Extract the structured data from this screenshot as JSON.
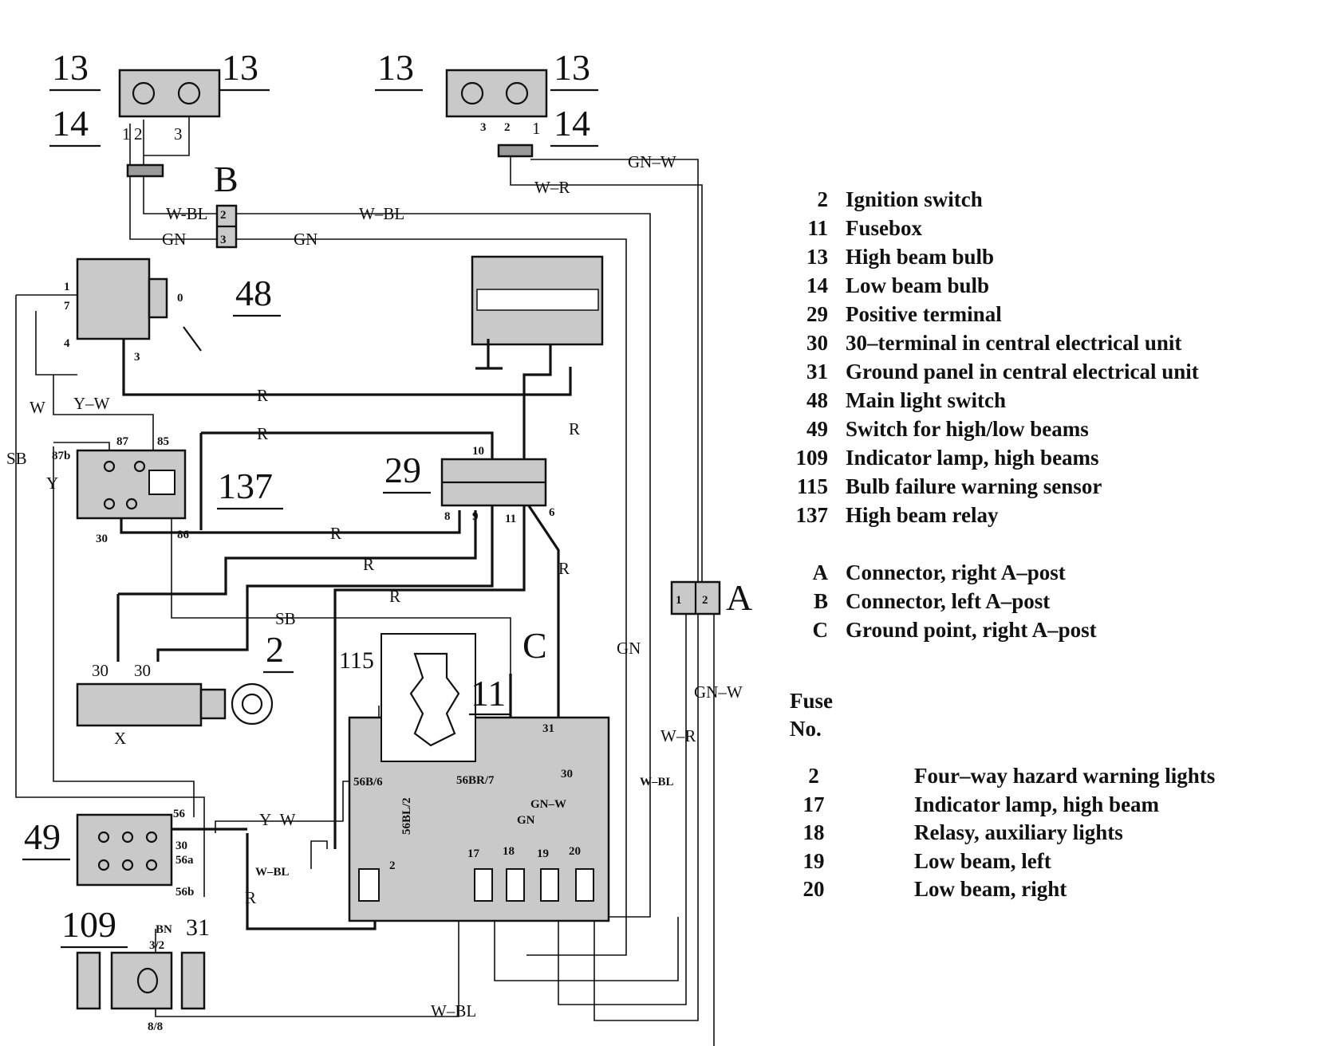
{
  "diagram": {
    "component_numbers": {
      "c13a": "13",
      "c14a": "14",
      "c13b": "13",
      "c13c": "13",
      "c13d": "13",
      "c14b": "14",
      "c48": "48",
      "c137": "137",
      "c29": "29",
      "c2": "2",
      "c115": "115",
      "c11": "11",
      "c49": "49",
      "c109": "109",
      "c31": "31"
    },
    "connector_letters": {
      "a": "A",
      "b": "B",
      "c": "C",
      "x": "X"
    },
    "wire_labels": {
      "w_bl_1": "W-BL",
      "w_bl_2": "W–BL",
      "gn_1": "GN",
      "gn_2": "GN",
      "gn_w_1": "GN–W",
      "w_r_1": "W–R",
      "r_1": "R",
      "r_2": "R",
      "r_3": "R",
      "r_4": "R",
      "r_5": "R",
      "r_6": "R",
      "r_7": "R",
      "r_8": "R",
      "w": "W",
      "y_w_1": "Y–W",
      "sb_1": "SB",
      "y": "Y",
      "sb_2": "SB",
      "gn_3": "GN",
      "gn_w_2": "GN–W",
      "w_r_2": "W–R",
      "w_bl_3": "W–BL",
      "y_w_2": "Y–W",
      "w_bl_4": "W–BL",
      "gn_w_3": "GN–W",
      "gn_4": "GN",
      "w_bl_5": "W–BL",
      "bn": "BN"
    },
    "pin_labels": {
      "b2": "2",
      "b3": "3",
      "p13_1": "1",
      "p13_2": "2",
      "p13_3": "3",
      "p13r_3": "3",
      "p13r_2": "2",
      "p13r_1": "1",
      "s48_1": "1",
      "s48_7": "7",
      "s48_4": "4",
      "s48_3": "3",
      "s48_0": "0",
      "r87": "87",
      "r85": "85",
      "r87b": "87b",
      "r30": "30",
      "r86": "86",
      "t10": "10",
      "t8": "8",
      "t9": "9",
      "t11": "11",
      "t6": "6",
      "i30a": "30",
      "i30b": "30",
      "f56b6": "56B/6",
      "f56bl2": "56BL/2",
      "f56br7": "56BR/7",
      "f31": "31",
      "f30": "30",
      "f2": "2",
      "f17": "17",
      "f18": "18",
      "f19": "19",
      "f20": "20",
      "a1": "1",
      "a2": "2",
      "s56": "56",
      "s30": "30",
      "s56a": "56a",
      "s56b": "56b",
      "l32": "3/2",
      "l88": "8/8"
    }
  },
  "legend": {
    "components": [
      {
        "num": "2",
        "text": "Ignition switch"
      },
      {
        "num": "11",
        "text": "Fusebox"
      },
      {
        "num": "13",
        "text": "High beam bulb"
      },
      {
        "num": "14",
        "text": "Low beam bulb"
      },
      {
        "num": "29",
        "text": "Positive terminal"
      },
      {
        "num": "30",
        "text": "30–terminal in central electrical unit"
      },
      {
        "num": "31",
        "text": "Ground panel in central electrical unit"
      },
      {
        "num": "48",
        "text": "Main light switch"
      },
      {
        "num": "49",
        "text": "Switch for high/low beams"
      },
      {
        "num": "109",
        "text": "Indicator lamp, high beams"
      },
      {
        "num": "115",
        "text": "Bulb failure warning sensor"
      },
      {
        "num": "137",
        "text": "High beam relay"
      }
    ],
    "connectors": [
      {
        "num": "A",
        "text": "Connector, right A–post"
      },
      {
        "num": "B",
        "text": "Connector, left A–post"
      },
      {
        "num": "C",
        "text": "Ground point, right A–post"
      }
    ],
    "fuse_title_line1": "Fuse",
    "fuse_title_line2": "No.",
    "fuses": [
      {
        "num": "2",
        "text": "Four–way hazard warning lights"
      },
      {
        "num": "17",
        "text": "Indicator lamp, high beam"
      },
      {
        "num": "18",
        "text": "Relasy, auxiliary lights"
      },
      {
        "num": "19",
        "text": "Low beam, left"
      },
      {
        "num": "20",
        "text": "Low beam, right"
      }
    ]
  }
}
